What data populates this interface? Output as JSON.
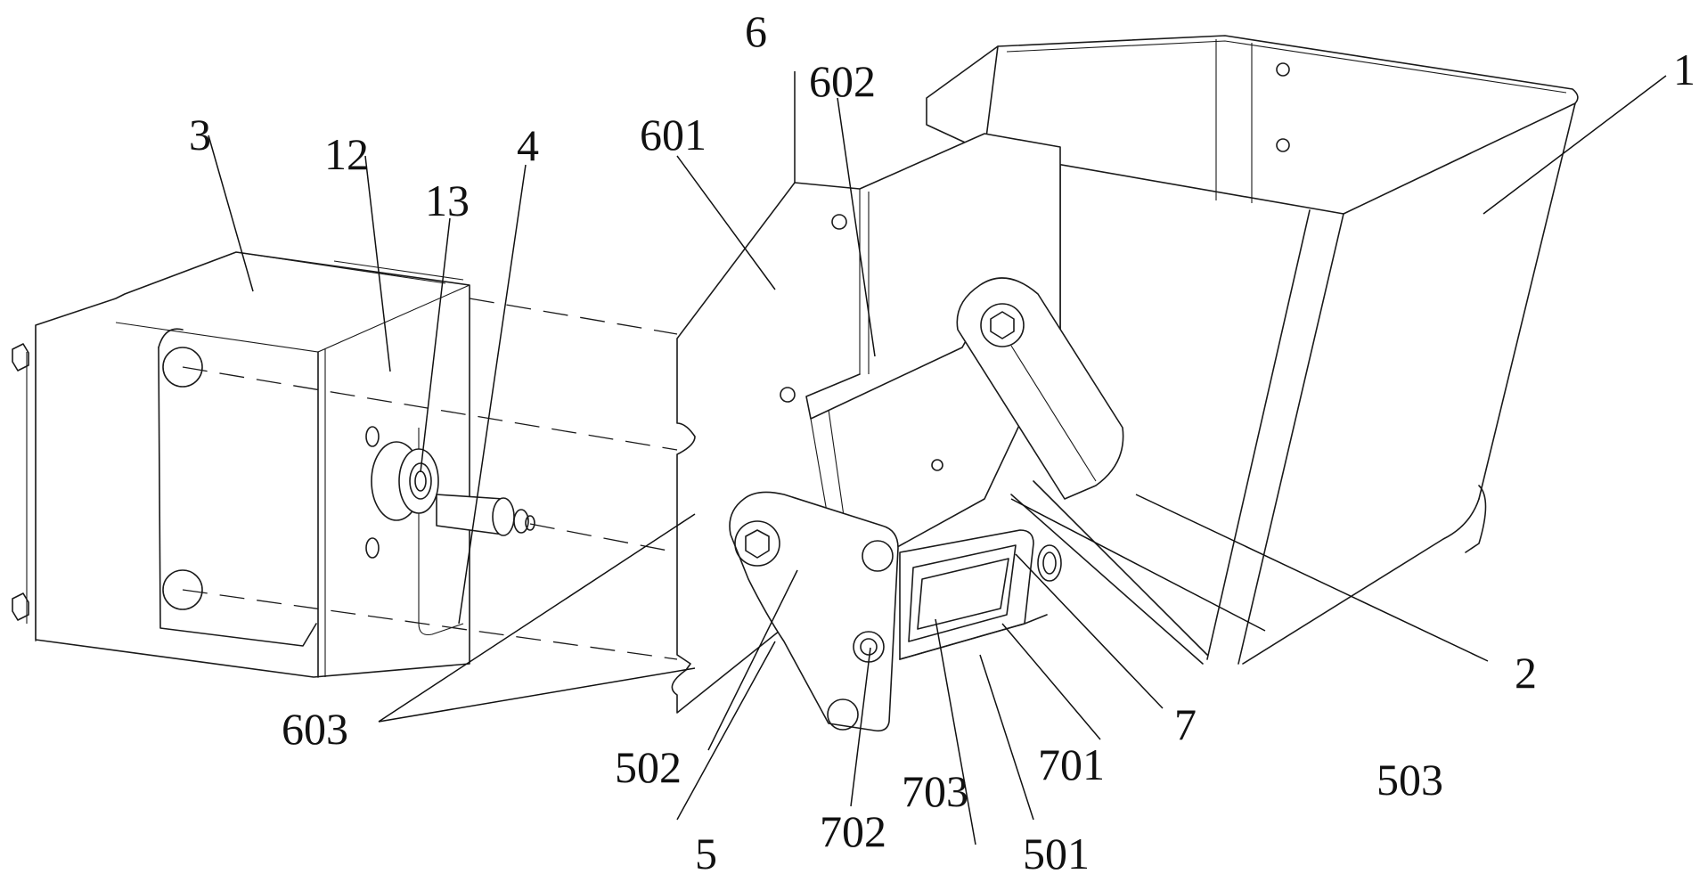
{
  "figure": {
    "labels": {
      "l1": "1",
      "l2": "2",
      "l3": "3",
      "l4": "4",
      "l5": "5",
      "l6": "6",
      "l7": "7",
      "l12": "12",
      "l13": "13",
      "l501": "501",
      "l502": "502",
      "l503": "503",
      "l601": "601",
      "l602": "602",
      "l603": "603",
      "l701": "701",
      "l702": "702",
      "l703": "703"
    },
    "colors": {
      "line": "#1a1a1a",
      "background": "#ffffff"
    }
  }
}
